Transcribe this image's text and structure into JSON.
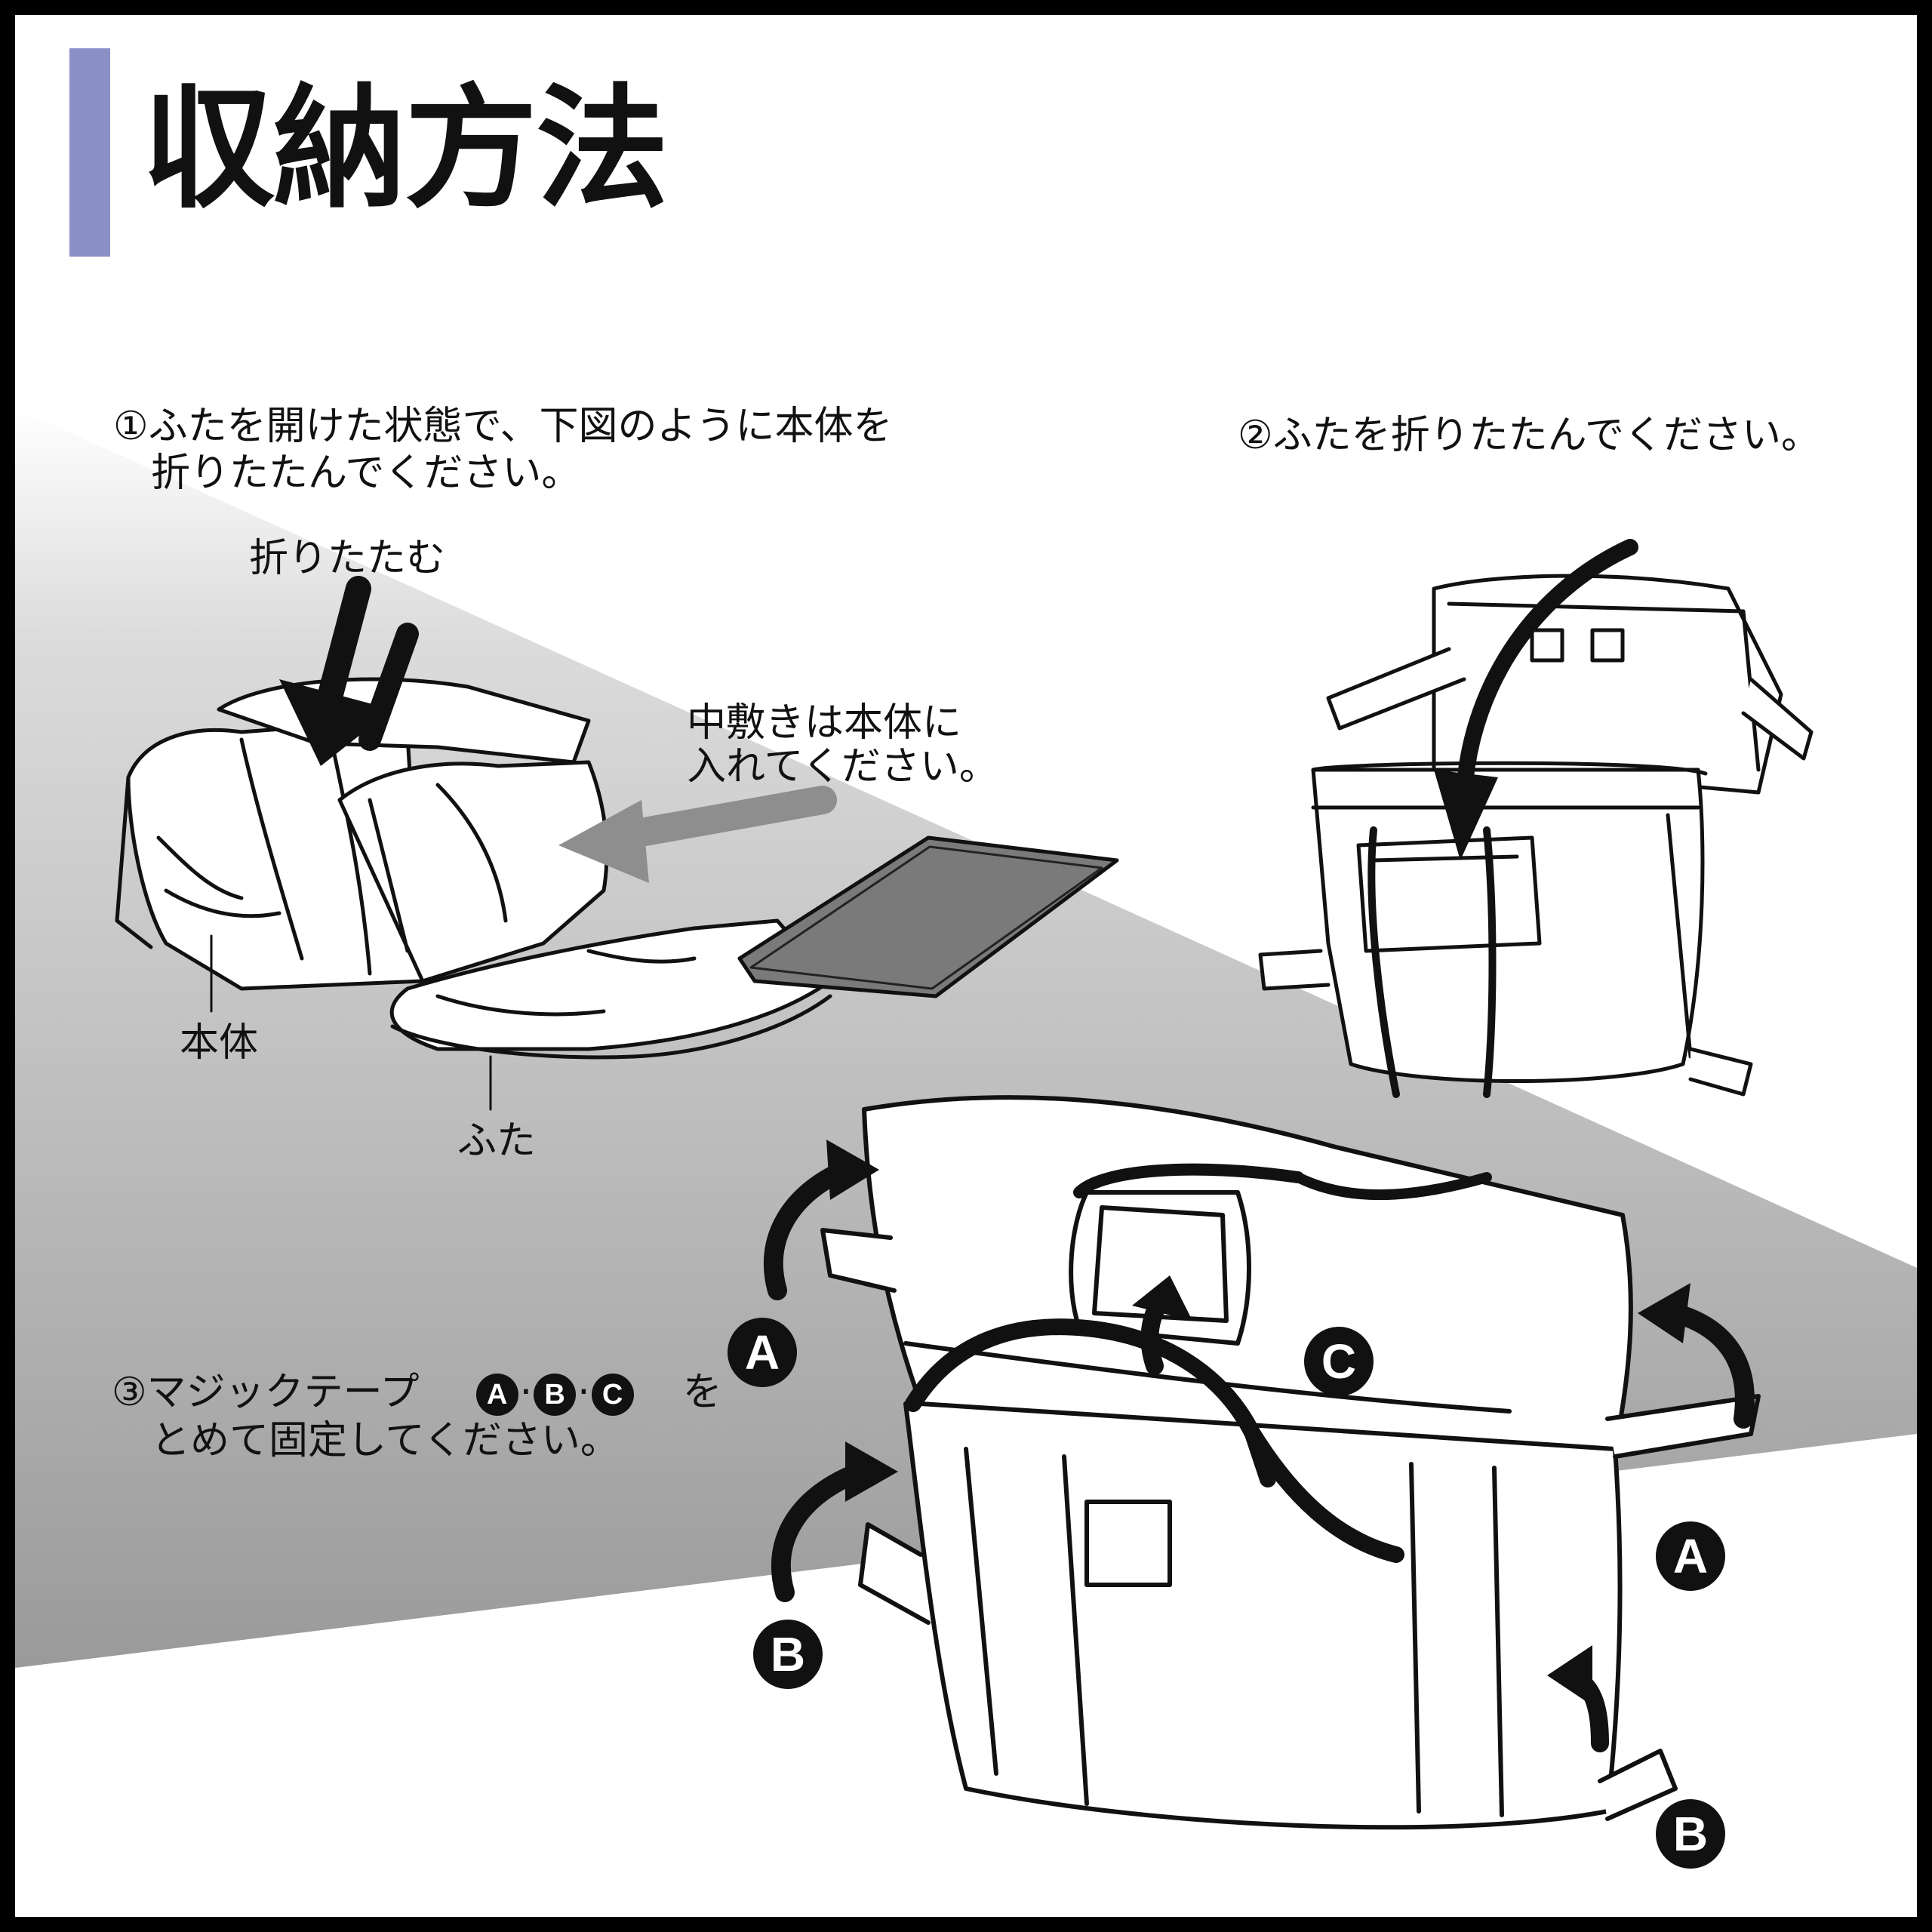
{
  "title": "収納方法",
  "steps": {
    "step1": {
      "line1": "①ふたを開けた状態で、下図のように本体を",
      "line2": "折りたたんでください。"
    },
    "step2": {
      "line1": "②ふたを折りたたんでください。"
    },
    "step3": {
      "prefix": "③マジックテープ",
      "badges": [
        "A",
        "B",
        "C"
      ],
      "sep": "·",
      "suffix": "を",
      "line2": "とめて固定してください。"
    }
  },
  "labels": {
    "fold": "折りたたむ",
    "insert_line1": "中敷きは本体に",
    "insert_line2": "入れてください。",
    "body": "本体",
    "lid": "ふた"
  },
  "badges": {
    "a_left": "A",
    "a_right": "A",
    "b_left": "B",
    "b_right": "B",
    "c": "C"
  },
  "colors": {
    "accent_bar": "#8a8fc6",
    "background_gray": "#9a9a9a",
    "frame": "#000000"
  }
}
